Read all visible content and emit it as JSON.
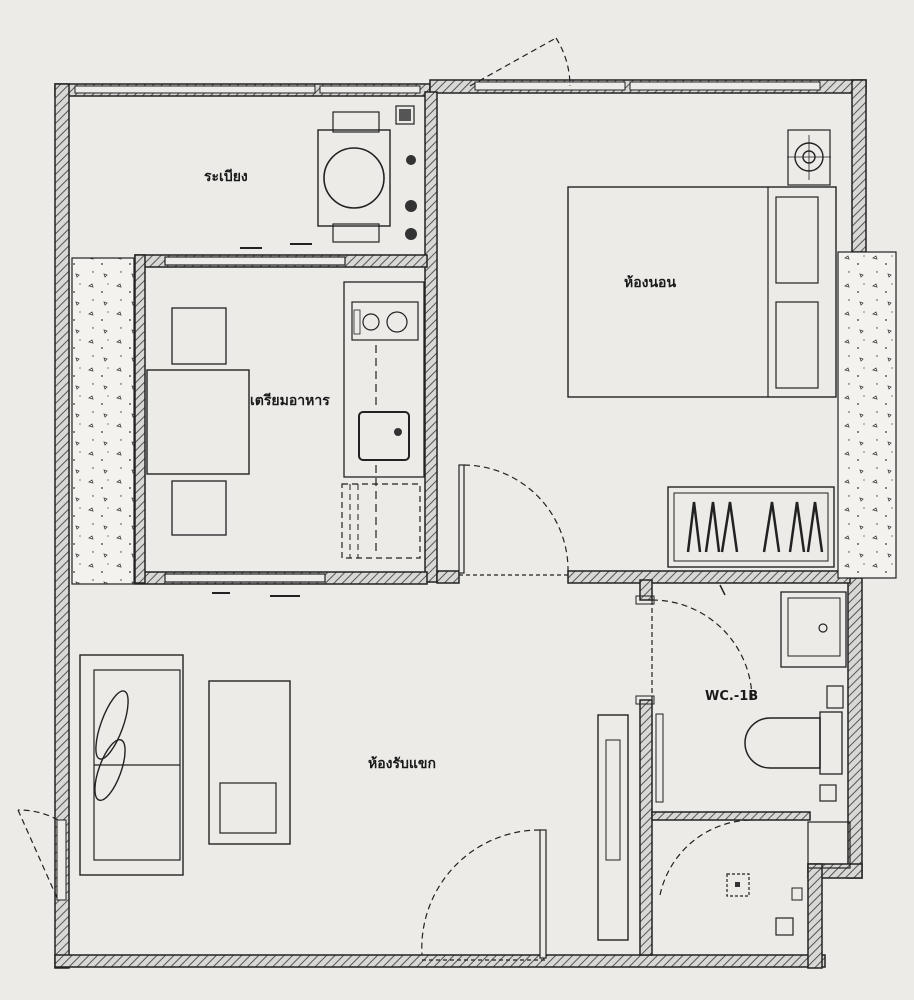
{
  "rooms": {
    "balcony": "ระเบียง",
    "kitchen": "เตรียมอาหาร",
    "bedroom": "ห้องนอน",
    "bathroom": "WC.-1B",
    "living": "ห้องรับแขก"
  },
  "colors": {
    "paper": "#ecebe8",
    "ink": "#222222",
    "wall_fill": "#9a9a9a"
  }
}
